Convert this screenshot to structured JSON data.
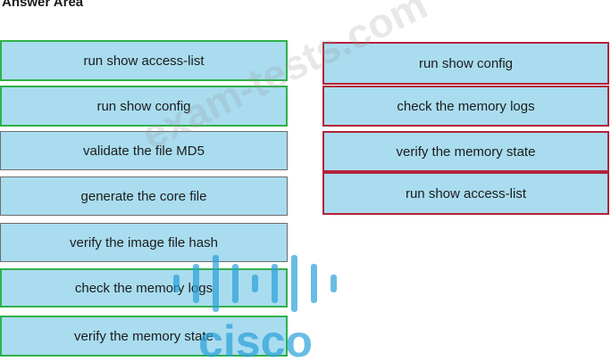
{
  "header": {
    "title": "Answer Area"
  },
  "left_column": {
    "items": [
      {
        "label": "run show access-list"
      },
      {
        "label": "run show config"
      },
      {
        "label": "validate the file MD5"
      },
      {
        "label": "generate the core file"
      },
      {
        "label": "verify the image file hash"
      },
      {
        "label": "check the memory logs"
      },
      {
        "label": "verify the memory state"
      }
    ]
  },
  "right_column": {
    "items": [
      {
        "label": "run show config"
      },
      {
        "label": "check the memory logs"
      },
      {
        "label": "verify the memory state"
      },
      {
        "label": "run show access-list"
      }
    ]
  },
  "watermark": {
    "text": "exam-tests.com",
    "logo_text": "cisco"
  },
  "colors": {
    "box_fill": "#a9dcef",
    "green_border": "#2fb14a",
    "red_border": "#b3223a",
    "neutral_border": "#6d6d6d",
    "logo": "#2aa1d9"
  }
}
